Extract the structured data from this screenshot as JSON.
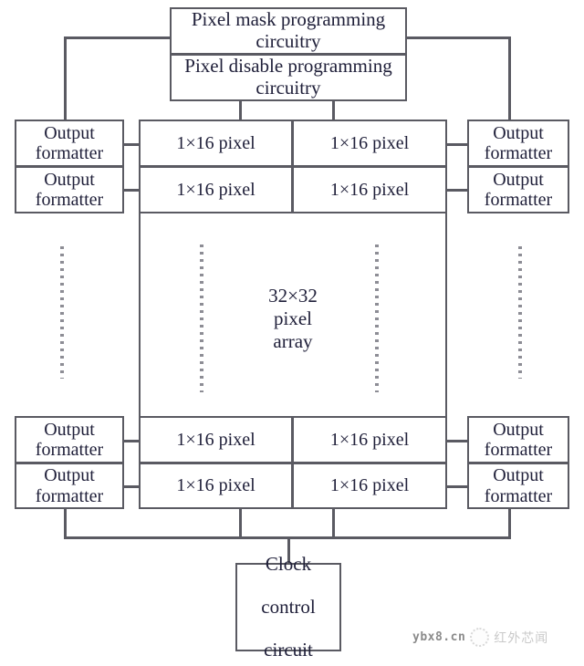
{
  "diagram": {
    "title_blocks": [
      {
        "id": "pixel-mask",
        "label": "Pixel mask programming circuitry"
      },
      {
        "id": "pixel-disable",
        "label": "Pixel disable programming circuitry"
      }
    ],
    "output_formatters": [
      {
        "id": "of-top-left-1",
        "label": "Output formatter"
      },
      {
        "id": "of-top-left-2",
        "label": "Output formatter"
      },
      {
        "id": "of-top-right-1",
        "label": "Output formatter"
      },
      {
        "id": "of-top-right-2",
        "label": "Output formatter"
      },
      {
        "id": "of-bot-left-1",
        "label": "Output formatter"
      },
      {
        "id": "of-bot-left-2",
        "label": "Output formatter"
      },
      {
        "id": "of-bot-right-1",
        "label": "Output formatter"
      },
      {
        "id": "of-bot-right-2",
        "label": "Output formatter"
      }
    ],
    "pixel_cells": [
      {
        "id": "px-tl-1",
        "label": "1×16 pixel"
      },
      {
        "id": "px-tr-1",
        "label": "1×16 pixel"
      },
      {
        "id": "px-tl-2",
        "label": "1×16 pixel"
      },
      {
        "id": "px-tr-2",
        "label": "1×16 pixel"
      },
      {
        "id": "px-bl-1",
        "label": "1×16 pixel"
      },
      {
        "id": "px-br-1",
        "label": "1×16 pixel"
      },
      {
        "id": "px-bl-2",
        "label": "1×16 pixel"
      },
      {
        "id": "px-br-2",
        "label": "1×16 pixel"
      }
    ],
    "array_label": {
      "line1": "32×32",
      "line2": "pixel",
      "line3": "array"
    },
    "clock_block": {
      "line1": "Clock",
      "line2": "control",
      "line3": "circuit"
    },
    "colors": {
      "stroke": "#5a5a62",
      "text": "#20203a",
      "background": "#ffffff",
      "dots": "#8d8d95"
    }
  },
  "watermark": {
    "url": "ybx8.cn",
    "name": "红外芯闻"
  }
}
